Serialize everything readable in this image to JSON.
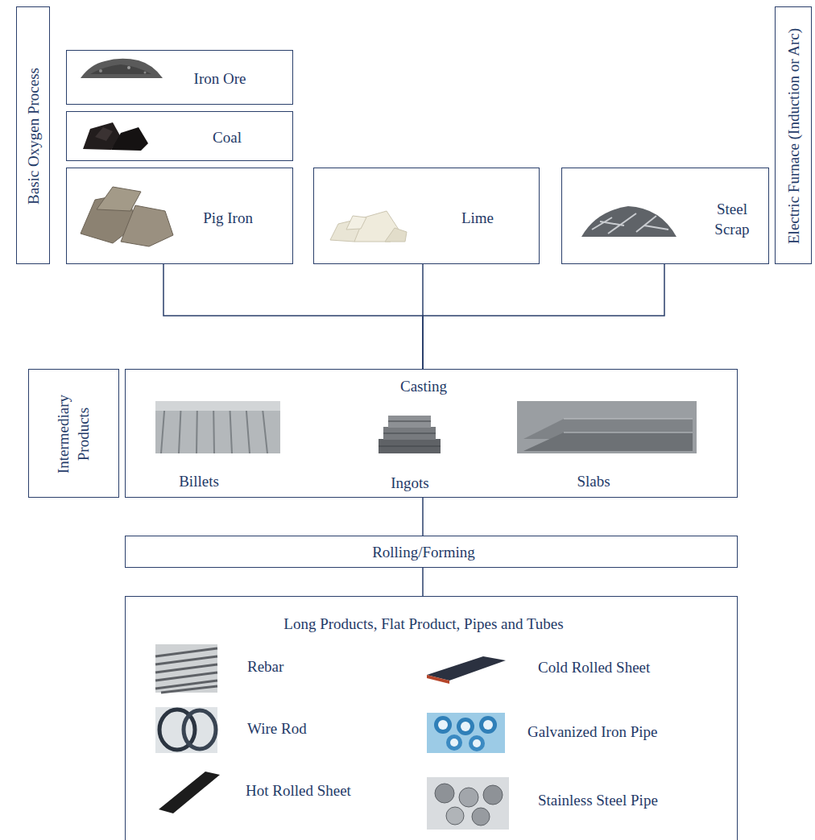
{
  "diagram": {
    "nodes": [
      {
        "text": [
          "Basic Oxygen Process"
        ]
      },
      {
        "text": [
          "Iron Ore"
        ]
      },
      {
        "text": [
          "Coal"
        ]
      },
      {
        "text": [
          "Pig Iron"
        ]
      },
      {
        "text": [
          "Lime"
        ]
      },
      {
        "text": [
          "Steel Scrap"
        ]
      },
      {
        "text": [
          "Electric Furnace (Induction or Arc)"
        ]
      },
      {
        "text": [
          "Intermediary Products"
        ]
      },
      {
        "text": [
          "Casting"
        ]
      },
      {
        "text": [
          "Rolling/Forming"
        ]
      },
      {
        "text": [
          "Long Products, Flat Product, Pipes and Tubes"
        ]
      }
    ],
    "edges": [
      {
        "from": 3,
        "to": 8,
        "arrow": "none"
      },
      {
        "from": 4,
        "to": 8,
        "arrow": "none"
      },
      {
        "from": 5,
        "to": 8,
        "arrow": "none"
      },
      {
        "from": 8,
        "to": 9,
        "arrow": "none"
      },
      {
        "from": 9,
        "to": 10,
        "arrow": "none"
      }
    ],
    "labels": [
      "Billets",
      "Ingots",
      "Slabs",
      "Rebar",
      "Wire Rod",
      "Hot Rolled Sheet",
      "Cold Rolled Sheet",
      "Galvanized Iron Pipe",
      "Stainless Steel Pipe"
    ]
  }
}
